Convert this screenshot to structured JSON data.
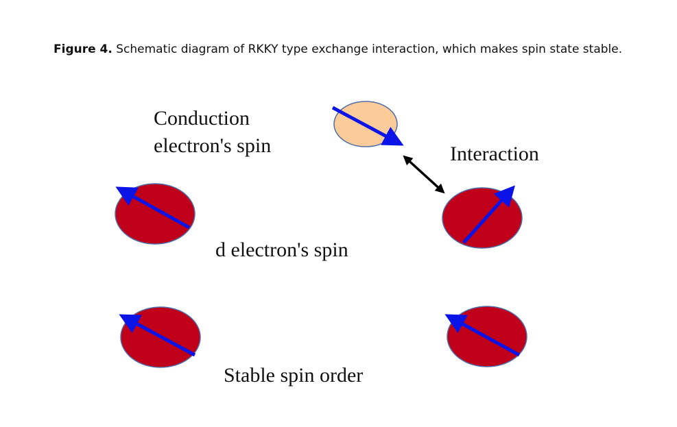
{
  "caption": {
    "label": "Figure 4.",
    "text": " Schematic diagram of RKKY type exchange interaction, which makes spin state stable."
  },
  "labels": {
    "conduction_line1": "Conduction",
    "conduction_line2": "electron's spin",
    "interaction": "Interaction",
    "d_electron": "d electron's spin",
    "stable": "Stable spin order"
  },
  "colors": {
    "conduction_fill": "#fbcb9a",
    "d_fill": "#c0001a",
    "spin_arrow": "#0a14e6",
    "interaction_arrow": "#000000",
    "outline": "#4f6da6"
  }
}
